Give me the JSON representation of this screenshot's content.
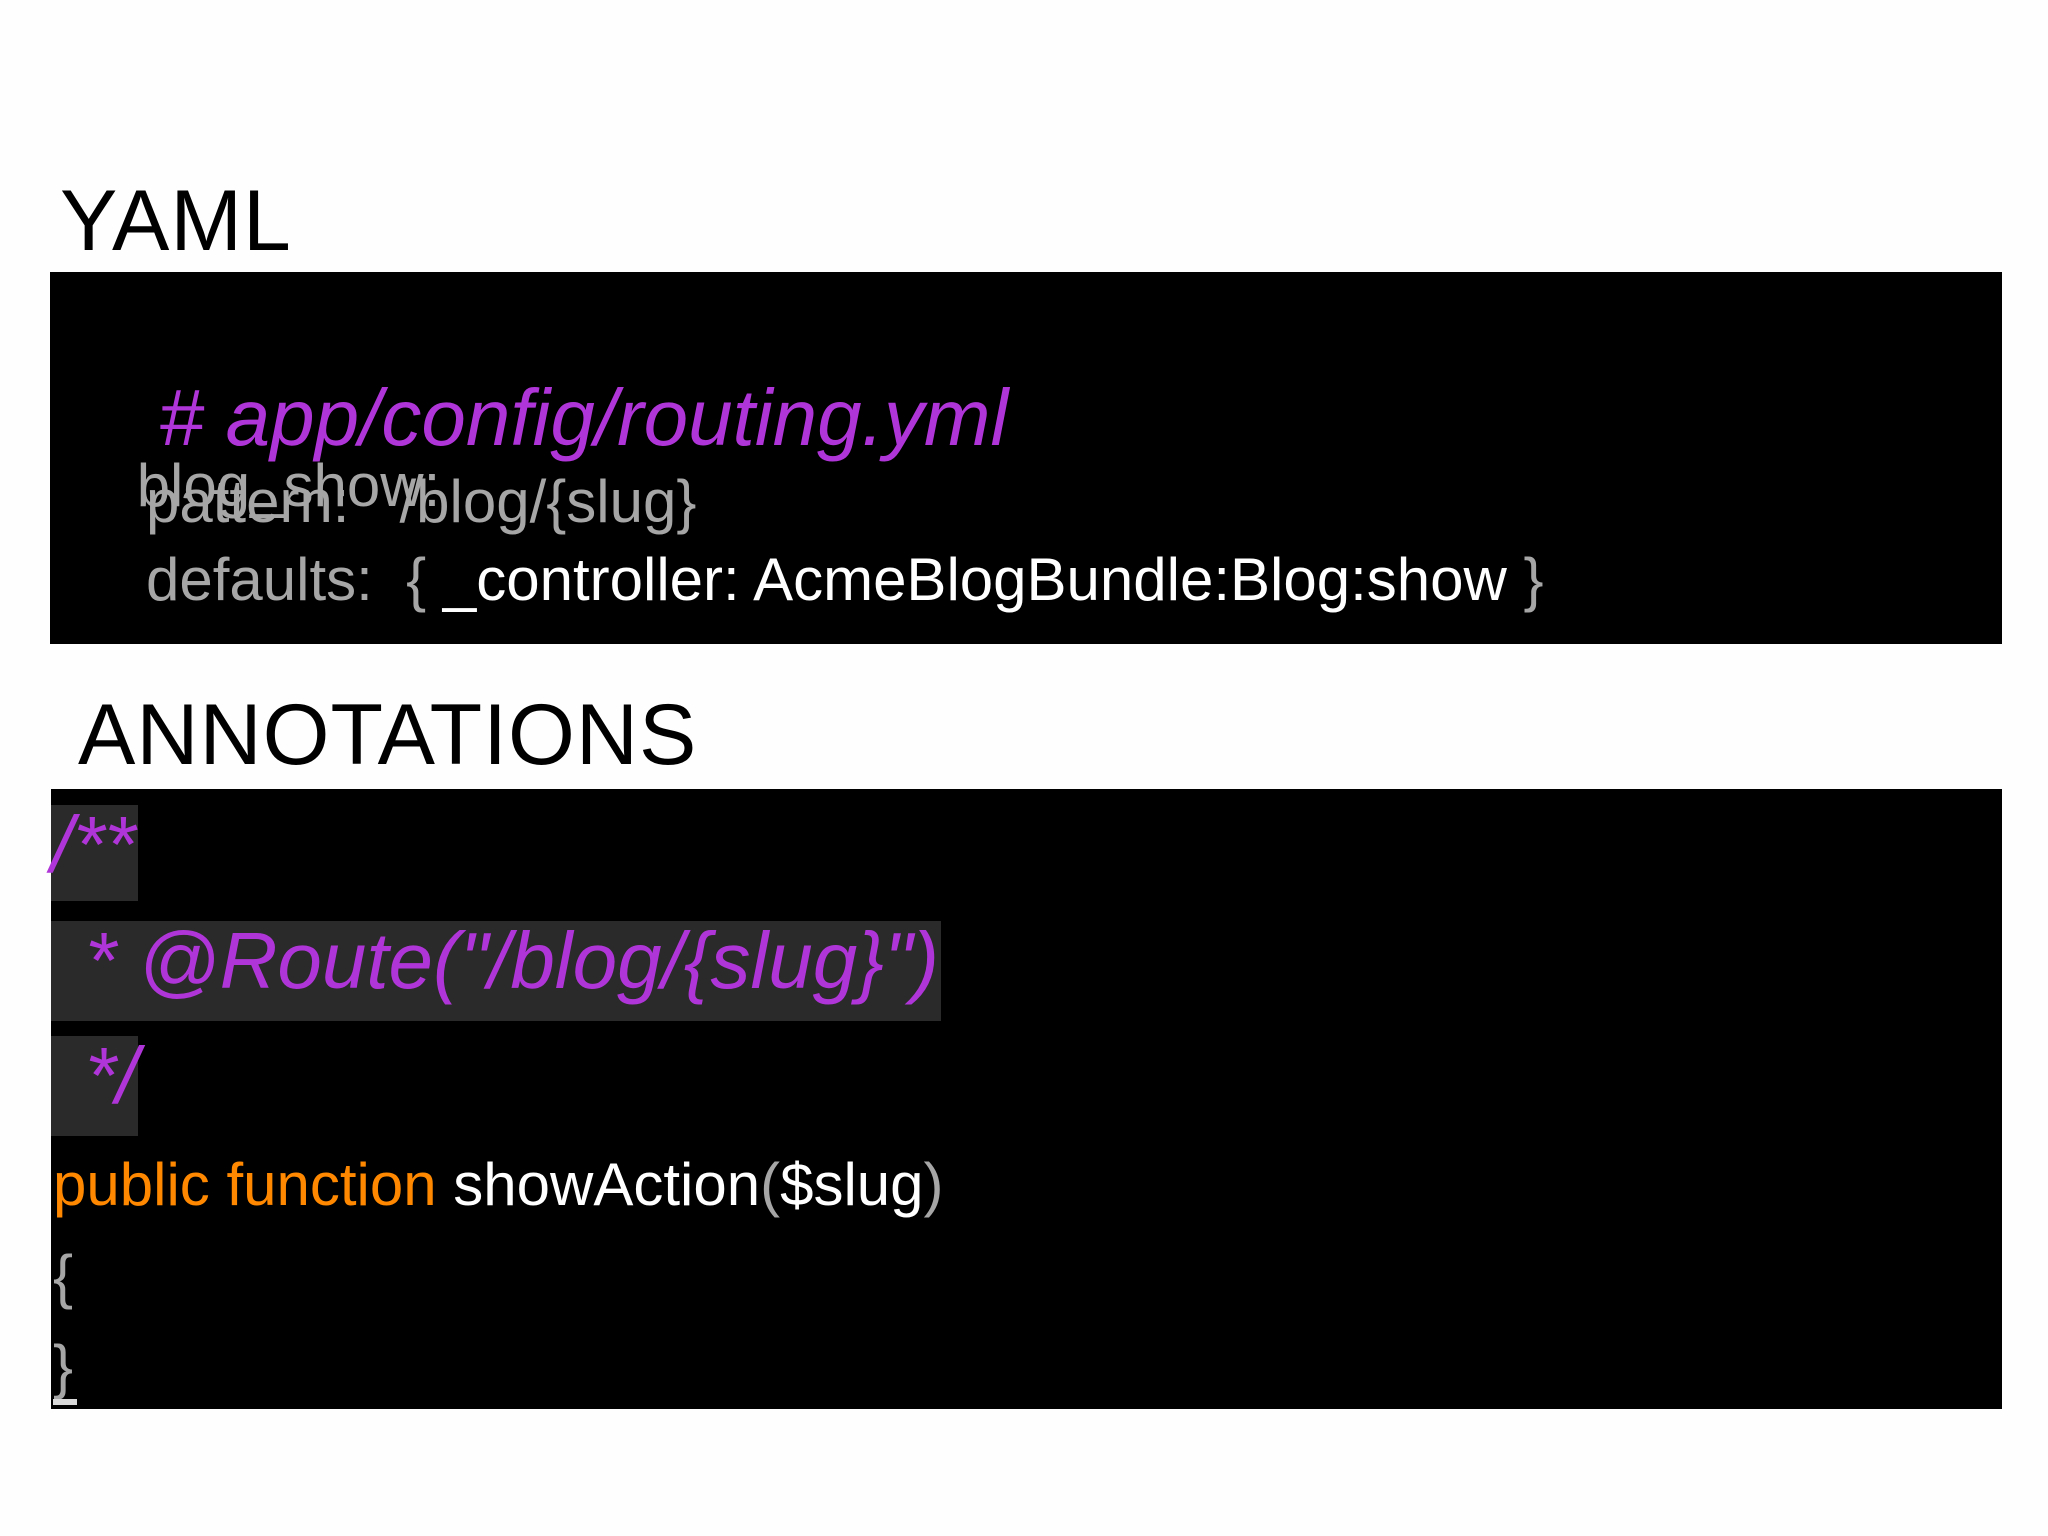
{
  "yaml_section": {
    "heading": "YAML",
    "lines": {
      "comment": "# app/config/routing.yml",
      "route_name": "blog_show:",
      "pattern_key": "pattern:",
      "pattern_value": "/blog/{slug}",
      "defaults_key": "defaults:",
      "defaults_open": "{",
      "controller_key": "_controller:",
      "controller_value": "AcmeBlogBundle:Blog:show",
      "defaults_close": "}"
    }
  },
  "annotations_section": {
    "heading": "ANNOTATIONS",
    "lines": {
      "doc_open": "/**",
      "route_prefix": " * ",
      "route_annotation": "@Route(\"/blog/{slug}\")",
      "doc_close": " */",
      "keyword_public": "public",
      "keyword_function": "function",
      "function_name": "showAction",
      "paren_open": "(",
      "param": "$slug",
      "paren_close": ")",
      "brace_open": "{",
      "brace_close": "}"
    }
  },
  "colors": {
    "background": "#fefefe",
    "code_background": "#000000",
    "comment": "#b035d8",
    "keyword": "#ff8800",
    "punctuation": "#a6a6a6",
    "identifier": "#ffffff"
  }
}
